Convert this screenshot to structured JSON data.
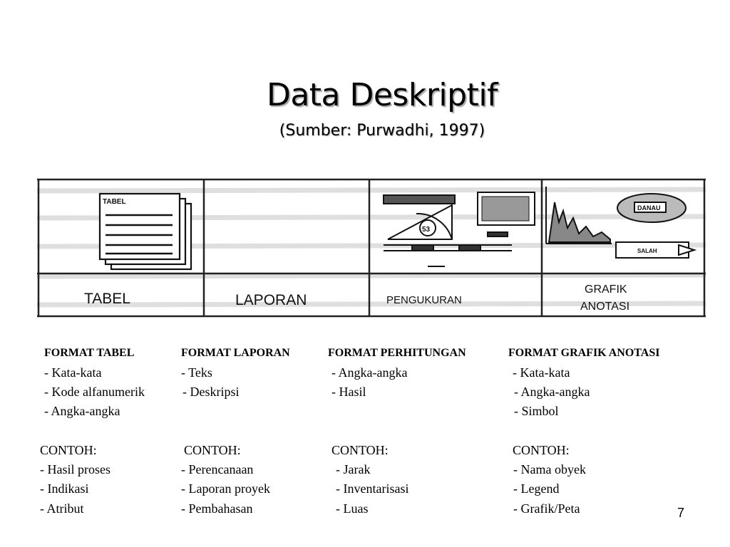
{
  "slide": {
    "title": "Data Deskriptif",
    "subtitle": "(Sumber: Purwadhi, 1997)",
    "page_number": "7"
  },
  "figure": {
    "panels": [
      {
        "label": "TABEL",
        "inner": "TABEL"
      },
      {
        "label": "LAPORAN"
      },
      {
        "label": "PENGUKURAN",
        "badge": "53"
      },
      {
        "label_line1": "GRAFIK",
        "label_line2": "ANOTASI",
        "tag1": "DANAU",
        "tag2": "SALAH"
      }
    ]
  },
  "formats": [
    {
      "header": "FORMAT TABEL",
      "items": [
        "- Kata-kata",
        "- Kode alfanumerik",
        "- Angka-angka"
      ],
      "contoh_label": "CONTOH:",
      "contoh_items": [
        "- Hasil proses",
        "- Indikasi",
        "- Atribut"
      ]
    },
    {
      "header": "FORMAT LAPORAN",
      "items": [
        "- Teks",
        "- Deskripsi"
      ],
      "contoh_label": "CONTOH:",
      "contoh_items": [
        "- Perencanaan",
        "- Laporan proyek",
        "- Pembahasan"
      ]
    },
    {
      "header": "FORMAT PERHITUNGAN",
      "items": [
        "- Angka-angka",
        "- Hasil"
      ],
      "contoh_label": "CONTOH:",
      "contoh_items": [
        "- Jarak",
        "- Inventarisasi",
        "- Luas"
      ]
    },
    {
      "header": "FORMAT GRAFIK ANOTASI",
      "items": [
        "- Kata-kata",
        "- Angka-angka",
        "- Simbol"
      ],
      "contoh_label": "CONTOH:",
      "contoh_items": [
        "- Nama obyek",
        "- Legend",
        "- Grafik/Peta"
      ]
    }
  ]
}
